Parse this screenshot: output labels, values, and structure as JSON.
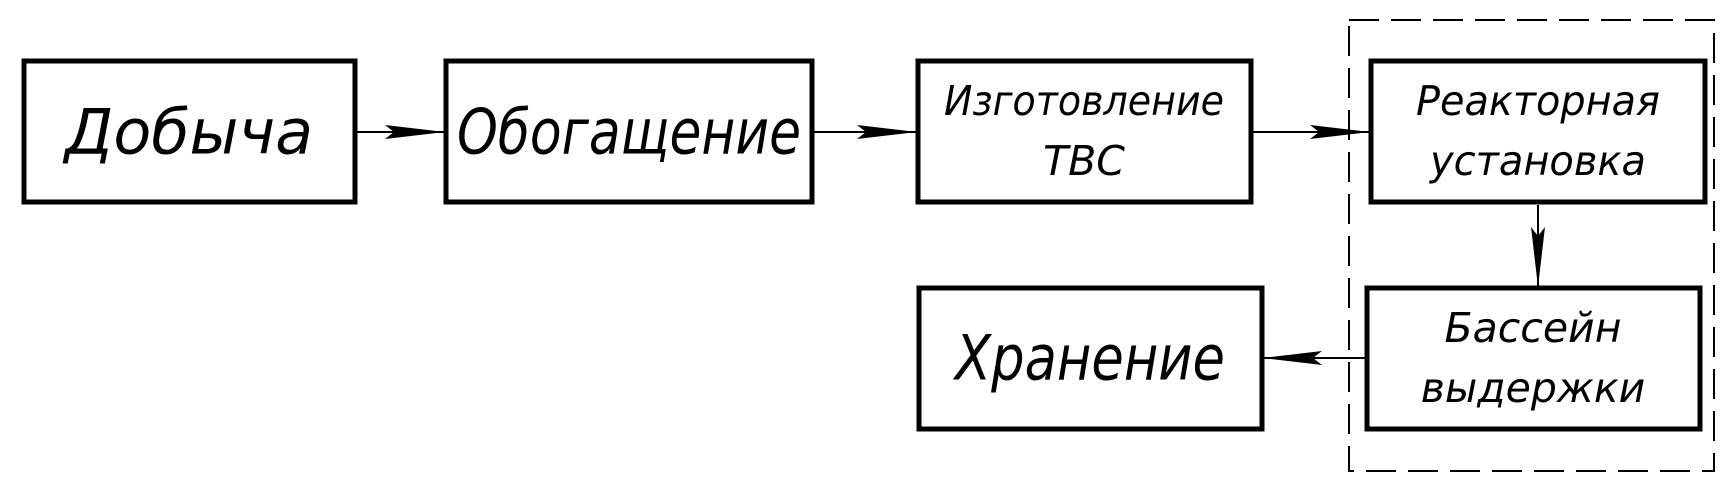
{
  "diagram": {
    "nodes": {
      "mining": {
        "text": "Добыча"
      },
      "enrichment": {
        "text": "Обогащение"
      },
      "fabrication": {
        "lines": [
          "Изготовление",
          "ТВС"
        ]
      },
      "reactor": {
        "lines": [
          "Реакторная",
          "установка"
        ]
      },
      "pool": {
        "lines": [
          "Бассейн",
          "выдержки"
        ]
      },
      "storage": {
        "text": "Хранение"
      }
    },
    "edges": [
      {
        "from": "mining",
        "to": "enrichment"
      },
      {
        "from": "enrichment",
        "to": "fabrication"
      },
      {
        "from": "fabrication",
        "to": "reactor"
      },
      {
        "from": "reactor",
        "to": "pool"
      },
      {
        "from": "pool",
        "to": "storage"
      }
    ],
    "group": {
      "members": [
        "reactor",
        "pool"
      ],
      "style": "dashed"
    },
    "colors": {
      "stroke": "#000000",
      "fill": "#ffffff"
    }
  }
}
